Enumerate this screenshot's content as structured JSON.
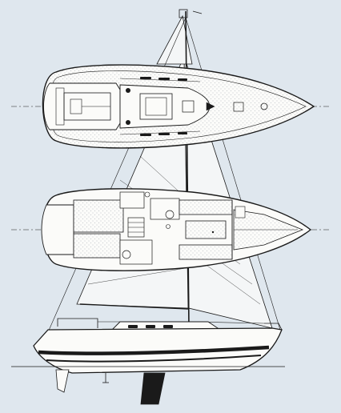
{
  "drawing": {
    "background_color": "#dfe7ee",
    "line_color": "#1a1a1a",
    "sail_color": "#f4f6f7",
    "hull_fill_color": "#fbfbf9",
    "stipple_color": "#b9bec3",
    "boot_stripe_color": "#1a1a1a",
    "views": [
      "deck-plan",
      "accommodation-plan",
      "sail-plan-profile"
    ]
  }
}
